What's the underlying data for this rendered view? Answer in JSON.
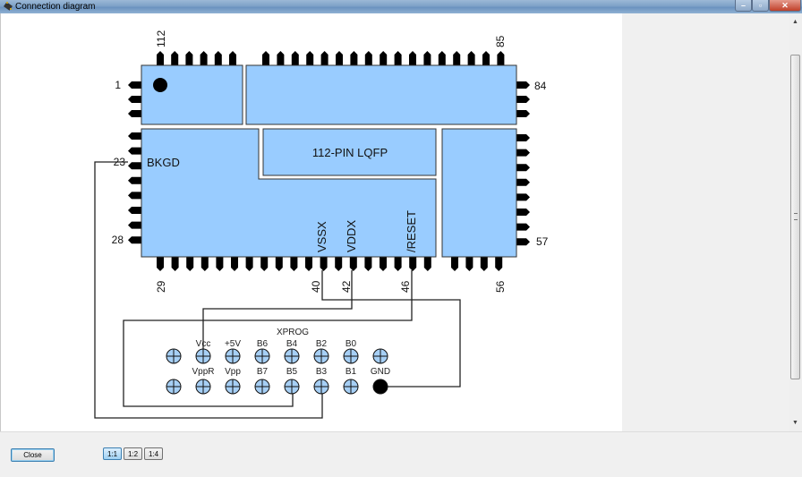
{
  "window": {
    "title": "Connection diagram",
    "controls": {
      "minimize": "–",
      "maximize": "▫",
      "close": "✕"
    }
  },
  "diagram": {
    "chip_label": "112-PIN LQFP",
    "body_color": "#99ccff",
    "pin_color": "#000000",
    "pin_numbers": {
      "p1": "1",
      "p23": "23",
      "p28": "28",
      "p29": "29",
      "p40": "40",
      "p42": "42",
      "p46": "46",
      "p56": "56",
      "p57": "57",
      "p84": "84",
      "p85": "85",
      "p112": "112"
    },
    "signal_labels": {
      "bkgd": "BKGD",
      "vssx": "VSSX",
      "vddx": "VDDX",
      "reset": "/RESET"
    },
    "connector": {
      "title": "XPROG",
      "top_row_labels": [
        "",
        "Vcc",
        "+5V",
        "B6",
        "B4",
        "B2",
        "B0",
        ""
      ],
      "bottom_row_labels": [
        "",
        "VppR",
        "Vpp",
        "B7",
        "B5",
        "B3",
        "B1",
        "GND"
      ],
      "pin_fill": "#a6cff5"
    },
    "connections": [
      {
        "chip_pin": "23",
        "signal": "BKGD",
        "connector_pin": "B3"
      },
      {
        "chip_pin": "40",
        "signal": "VSSX",
        "connector_pin": "GND"
      },
      {
        "chip_pin": "42",
        "signal": "VDDX",
        "connector_pin": "Vcc"
      },
      {
        "chip_pin": "46",
        "signal": "/RESET",
        "connector_pin": "B5"
      }
    ]
  },
  "footer": {
    "close_label": "Close",
    "zoom_options": [
      "1:1",
      "1:2",
      "1:4"
    ],
    "zoom_selected": "1:1"
  }
}
